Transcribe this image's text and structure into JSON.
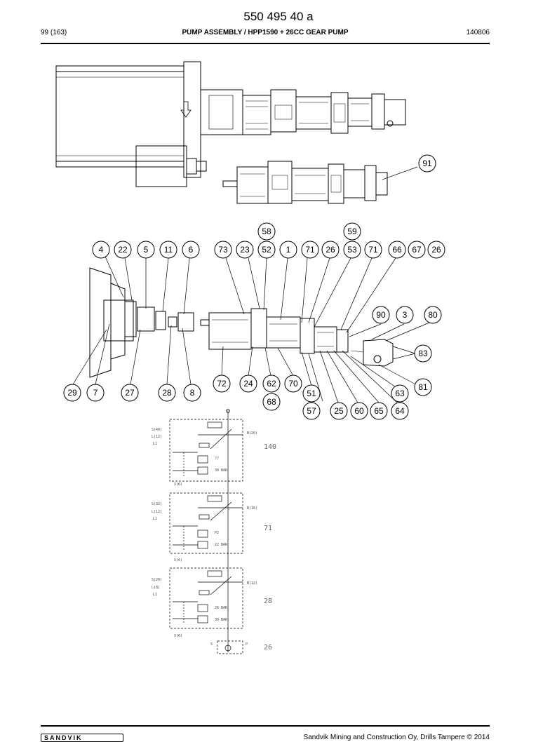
{
  "doc_number": "550 495 40 a",
  "header": {
    "page": "99 (163)",
    "title": "PUMP ASSEMBLY / HPP1590 + 26CC GEAR PUMP",
    "date": "140806"
  },
  "footer": {
    "logo_text": "SANDVIK",
    "copyright": "Sandvik Mining and Construction Oy, Drills Tampere © 2014"
  },
  "balloons": [
    "91",
    "58",
    "59",
    "4",
    "22",
    "5",
    "11",
    "6",
    "73",
    "23",
    "52",
    "1",
    "71",
    "26",
    "53",
    "71",
    "66",
    "67",
    "26",
    "90",
    "3",
    "80",
    "83",
    "81",
    "63",
    "29",
    "7",
    "27",
    "28",
    "8",
    "72",
    "24",
    "62",
    "70",
    "51",
    "68",
    "57",
    "25",
    "60",
    "65",
    "64"
  ],
  "schematic": {
    "blocks": [
      {
        "size": "140",
        "ports_left": [
          "S(40)",
          "L(12)",
          "L1"
        ],
        "port_right": "B(20)",
        "port_bottom": "X(6)",
        "pressures": [
          "??",
          "30 BAR"
        ]
      },
      {
        "size": "71",
        "ports_left": [
          "S(32)",
          "L(12)",
          "L1"
        ],
        "port_right": "B(16)",
        "port_bottom": "X(6)",
        "pressures": [
          "P2",
          "22 BAR"
        ]
      },
      {
        "size": "28",
        "ports_left": [
          "S(20)",
          "L(8)",
          "L1"
        ],
        "port_right": "B(12)",
        "port_bottom": "X(6)",
        "pressures": [
          "26 BAR",
          "30 BAR"
        ]
      }
    ],
    "gear_pump": {
      "size": "26",
      "port_s": "S",
      "port_p": "P"
    }
  }
}
